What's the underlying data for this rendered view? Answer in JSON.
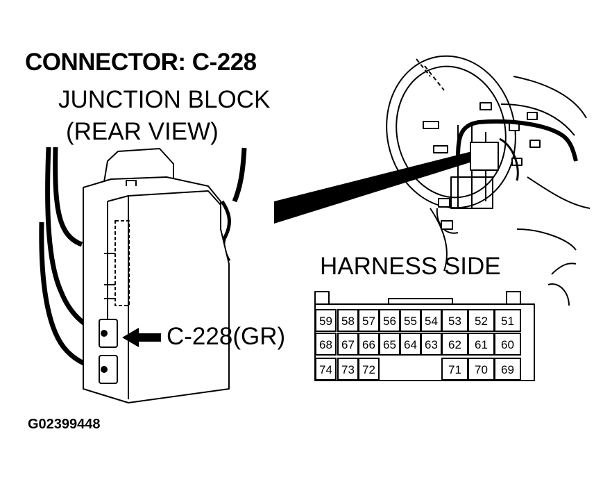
{
  "title": "CONNECTOR: C-228",
  "component": {
    "line1": "JUNCTION BLOCK",
    "line2": "(REAR VIEW)"
  },
  "connector_callout": "C-228(GR)",
  "harness_label": "HARNESS SIDE",
  "figure_id": "G02399448",
  "pins": {
    "row1": [
      "59",
      "58",
      "57",
      "56",
      "55",
      "54",
      "53",
      "52",
      "51"
    ],
    "row2": [
      "68",
      "67",
      "66",
      "65",
      "64",
      "63",
      "62",
      "61",
      "60"
    ],
    "row3_left": [
      "74",
      "73",
      "72"
    ],
    "row3_right": [
      "71",
      "70",
      "69"
    ]
  },
  "colors": {
    "ink": "#000000",
    "background": "#ffffff"
  }
}
